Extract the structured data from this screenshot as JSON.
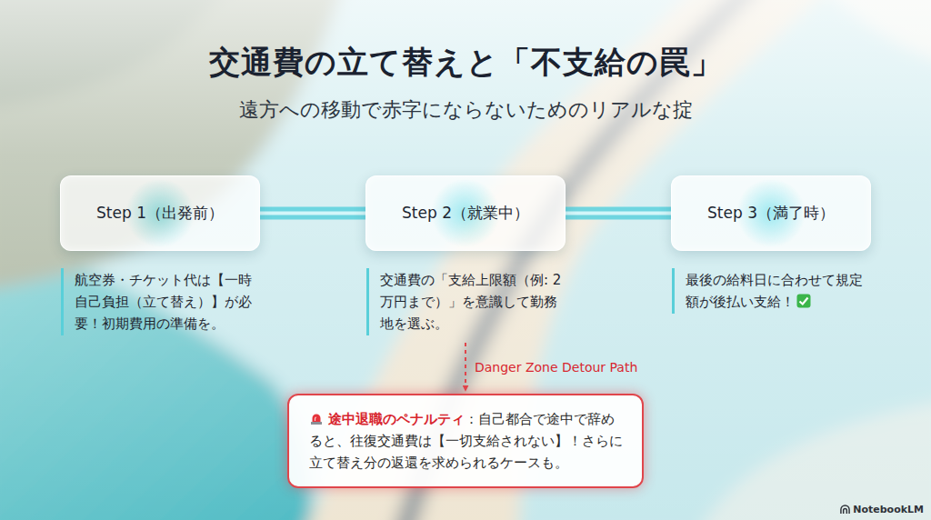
{
  "diagram": {
    "title": "交通費の立て替えと「不支給の罠」",
    "nodes": [
      {
        "text": [
          "Step 1（出発前）",
          "航空券・チケット代は【一時自己負担（立て替え）】が必要！初期費用の準備を。"
        ]
      },
      {
        "text": [
          "Step 2（就業中）",
          "交通費の「支給上限額（例: 2万円まで）」を意識して勤務地を選ぶ。"
        ]
      },
      {
        "text": [
          "Step 3（満了時）",
          "最後の給料日に合わせて規定額が後払い支給！"
        ]
      },
      {
        "text": [
          "途中退職のペナルティ",
          "：自己都合で途中で辞めると、往復交通費は【一切支給されない】！さらに立て替え分の返還を求められるケースも。"
        ]
      }
    ],
    "edges": [
      {
        "from": 0,
        "to": 1,
        "arrow": "none"
      },
      {
        "from": 1,
        "to": 2,
        "arrow": "none"
      },
      {
        "from": 1,
        "to": 3,
        "label": "Danger Zone Detour Path",
        "arrow": "to"
      }
    ],
    "labels": [
      "遠方への移動で赤字にならないためのリアルな掟",
      "NotebookLM"
    ]
  }
}
